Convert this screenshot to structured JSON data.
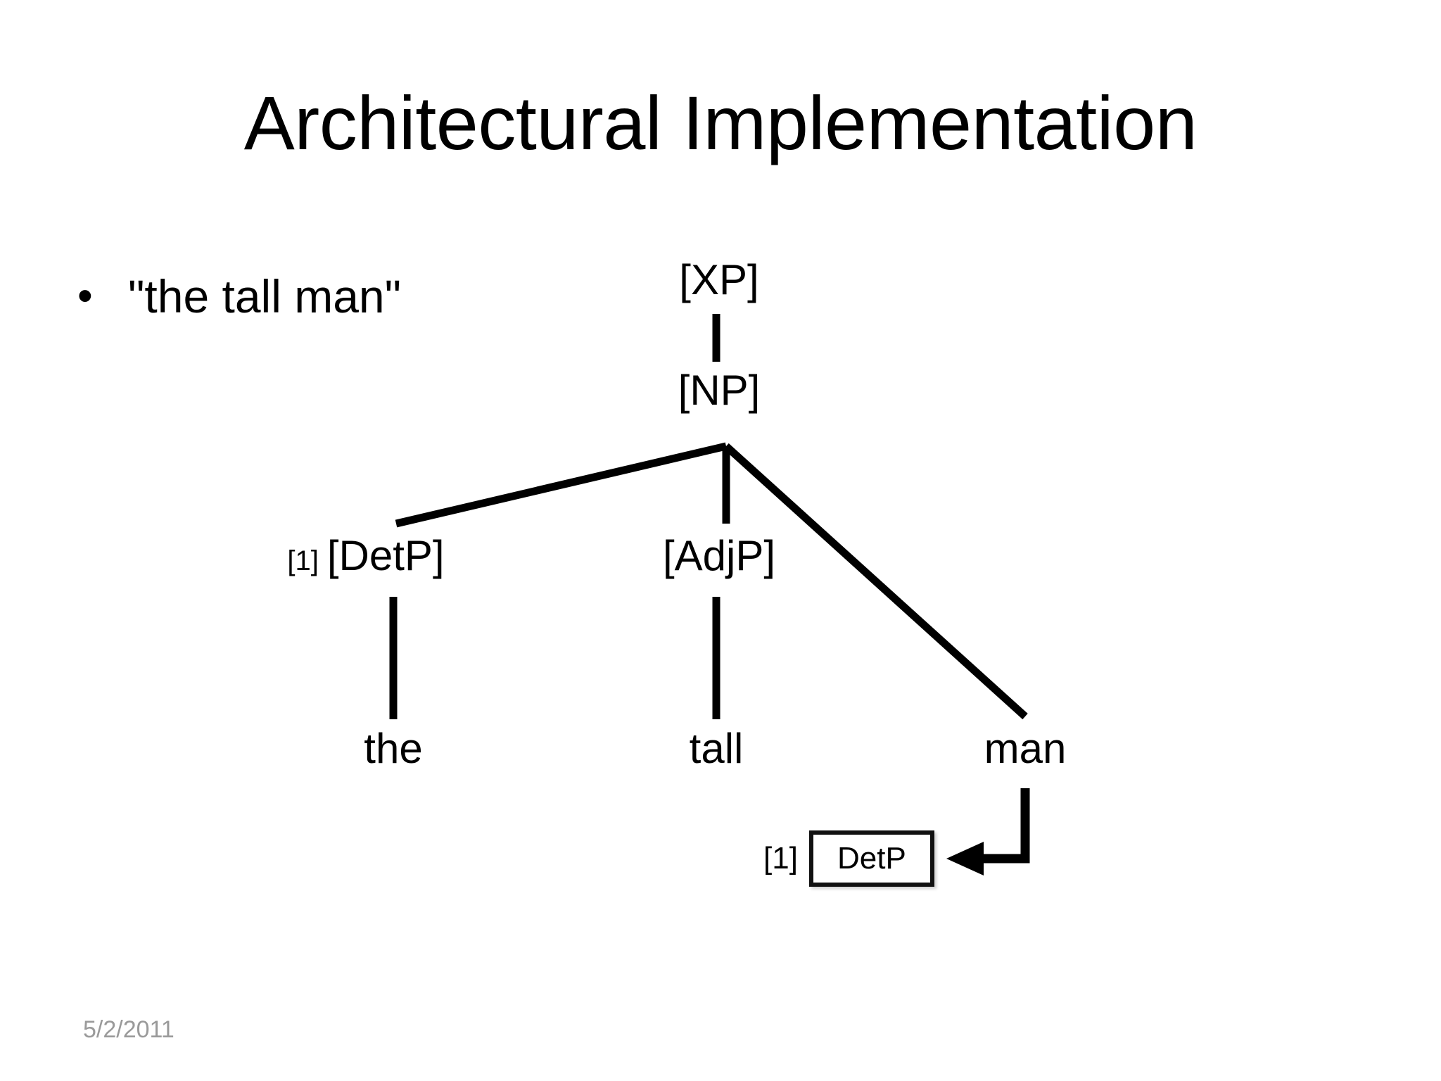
{
  "slide": {
    "title": "Architectural Implementation",
    "background_color": "#ffffff",
    "text_color": "#000000",
    "footer_date": "5/2/2011",
    "footer_color": "#9a9a9a"
  },
  "bullets": [
    {
      "marker": "•",
      "text": "\"the tall man\""
    }
  ],
  "tree": {
    "nodes": [
      {
        "id": "xp",
        "label": "[XP]",
        "index": ""
      },
      {
        "id": "np",
        "label": "[NP]",
        "index": ""
      },
      {
        "id": "detp",
        "label": "[DetP]",
        "index": "[1]"
      },
      {
        "id": "adjp",
        "label": "[AdjP]",
        "index": ""
      },
      {
        "id": "the",
        "label": "the",
        "index": ""
      },
      {
        "id": "tall",
        "label": "tall",
        "index": ""
      },
      {
        "id": "man",
        "label": "man",
        "index": ""
      }
    ],
    "boxed_node": {
      "index": "[1]",
      "label": "DetP"
    },
    "edges": [
      {
        "from": "xp",
        "to": "np"
      },
      {
        "from": "np",
        "to": "detp"
      },
      {
        "from": "np",
        "to": "adjp"
      },
      {
        "from": "np",
        "to": "man"
      },
      {
        "from": "detp",
        "to": "the"
      },
      {
        "from": "adjp",
        "to": "tall"
      },
      {
        "from": "man",
        "to": "boxed_node",
        "style": "arrow-elbow"
      }
    ],
    "line_color": "#000000"
  }
}
